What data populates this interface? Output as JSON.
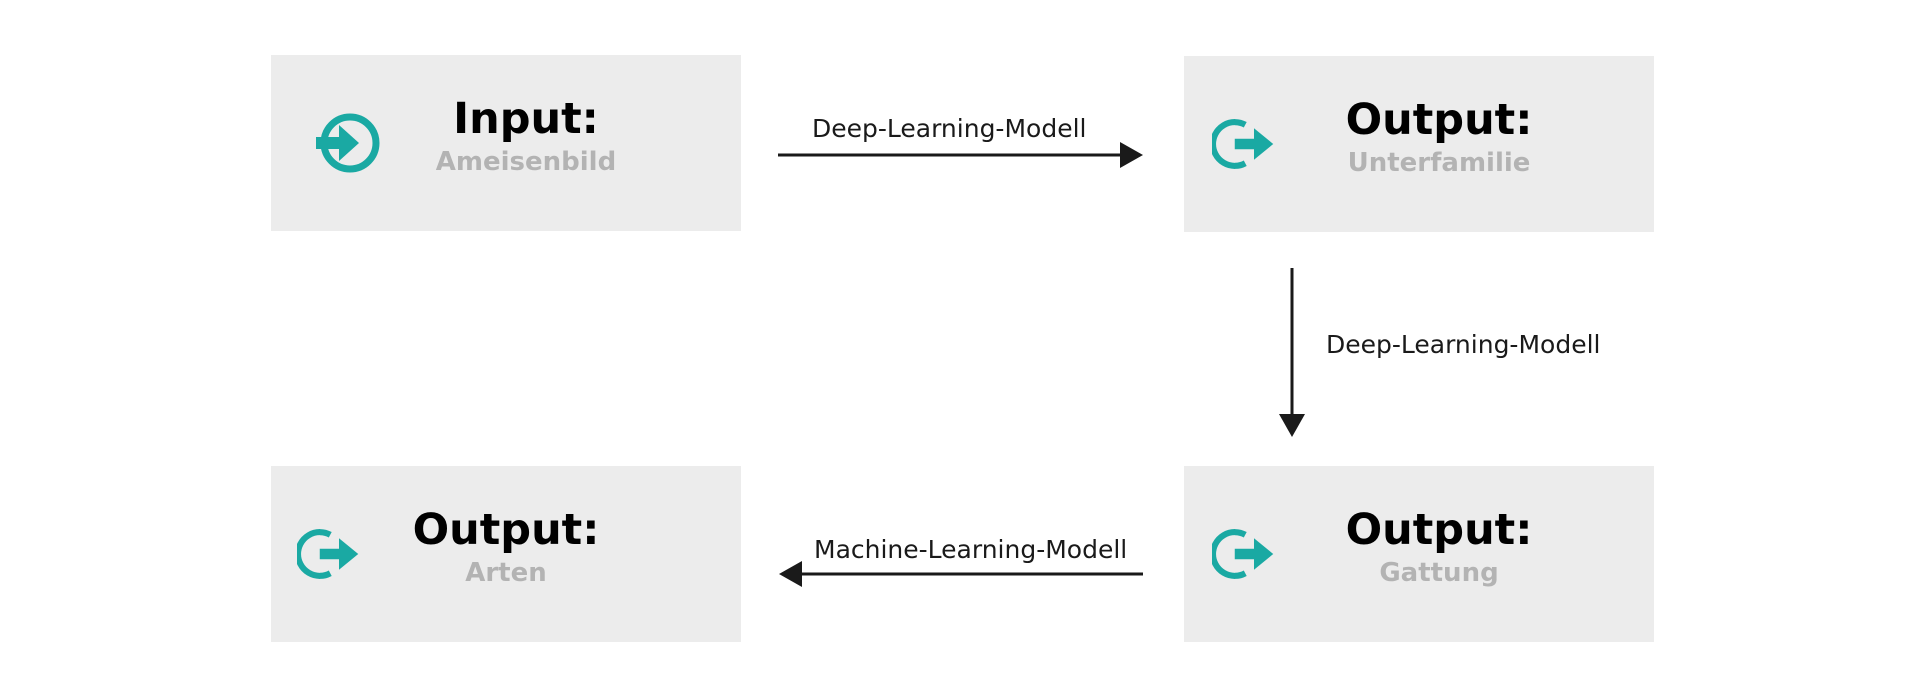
{
  "colors": {
    "box_fill": "#ececec",
    "heading": "#000000",
    "sublabel": "#b3b3b3",
    "icon_accent": "#1aa9a3",
    "arrow": "#1a1a1a"
  },
  "nodes": {
    "input": {
      "heading": "Input:",
      "sublabel": "Ameisenbild",
      "icon": "sign-in-arrow-icon"
    },
    "unterfamilie": {
      "heading": "Output:",
      "sublabel": "Unterfamilie",
      "icon": "sign-out-arrow-icon"
    },
    "gattung": {
      "heading": "Output:",
      "sublabel": "Gattung",
      "icon": "sign-out-arrow-icon"
    },
    "arten": {
      "heading": "Output:",
      "sublabel": "Arten",
      "icon": "sign-out-arrow-icon"
    }
  },
  "edges": [
    {
      "from": "input",
      "to": "unterfamilie",
      "label": "Deep-Learning-Modell"
    },
    {
      "from": "unterfamilie",
      "to": "gattung",
      "label": "Deep-Learning-Modell"
    },
    {
      "from": "gattung",
      "to": "arten",
      "label": "Machine-Learning-Modell"
    }
  ]
}
